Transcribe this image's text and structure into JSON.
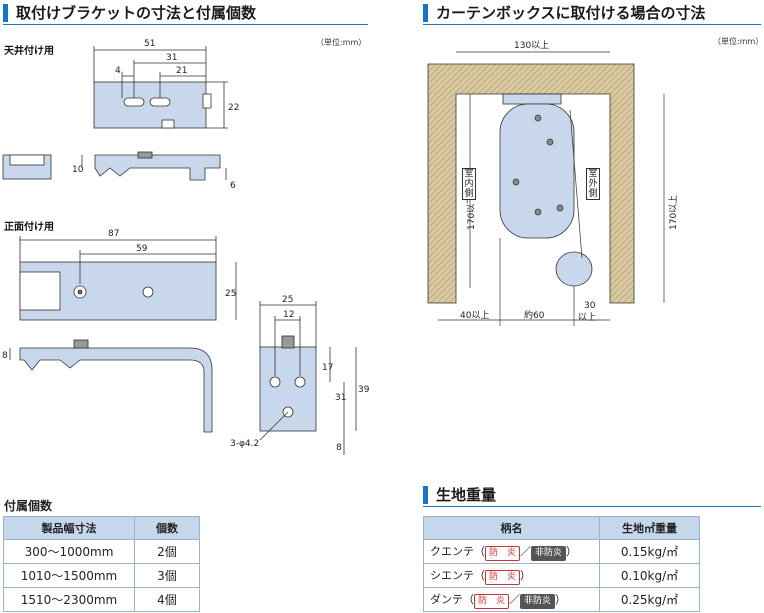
{
  "left_section": {
    "title": "取付けブラケットの寸法と付属個数",
    "unit": "（単位:mm）",
    "ceiling_label": "天井付け用",
    "front_label": "正面付け用",
    "ceiling_dims": {
      "d51": "51",
      "d31": "31",
      "d4": "4",
      "d21": "21",
      "d22": "22",
      "d10": "10",
      "d6": "6"
    },
    "front_dims": {
      "d87": "87",
      "d59": "59",
      "d25": "25",
      "d8": "8",
      "d25b": "25",
      "d12": "12",
      "d17": "17",
      "d31": "31",
      "d39": "39",
      "d8b": "8",
      "hole": "3-φ4.2"
    }
  },
  "right_section": {
    "title": "カーテンボックスに取付ける場合の寸法",
    "unit": "（単位:mm）",
    "dims": {
      "top": "130以上",
      "inner_h": "170以下",
      "outer_h": "170以上",
      "left": "40以上",
      "middle": "約60",
      "right_top": "30",
      "right_bottom": "以上"
    },
    "indoor": "室内側",
    "outdoor": "室外側"
  },
  "accessory_table": {
    "title": "付属個数",
    "headers": [
      "製品幅寸法",
      "個数"
    ],
    "rows": [
      {
        "size": "300〜1000mm",
        "count": "2個"
      },
      {
        "size": "1010〜1500mm",
        "count": "3個"
      },
      {
        "size": "1510〜2300mm",
        "count": "4個"
      }
    ]
  },
  "fabric_weight": {
    "title": "生地重量",
    "headers": [
      "柄名",
      "生地㎡重量"
    ],
    "rows": [
      {
        "name": "クエンテ（",
        "badge1": "防　炎",
        "sep": "／",
        "badge2": "非防炎",
        "close": "）",
        "weight": "0.15kg/㎡"
      },
      {
        "name": "シエンテ（",
        "badge1": "防　炎",
        "sep": "",
        "badge2": "",
        "close": "）",
        "weight": "0.10kg/㎡"
      },
      {
        "name": "ダンテ（",
        "badge1": "防　炎",
        "sep": "／",
        "badge2": "非防炎",
        "close": "）",
        "weight": "0.25kg/㎡"
      }
    ]
  },
  "colors": {
    "accent": "#1a74c4",
    "part": "#c8d7ec",
    "wall": "#d9c9a0",
    "table_head": "#c5d7ea"
  }
}
